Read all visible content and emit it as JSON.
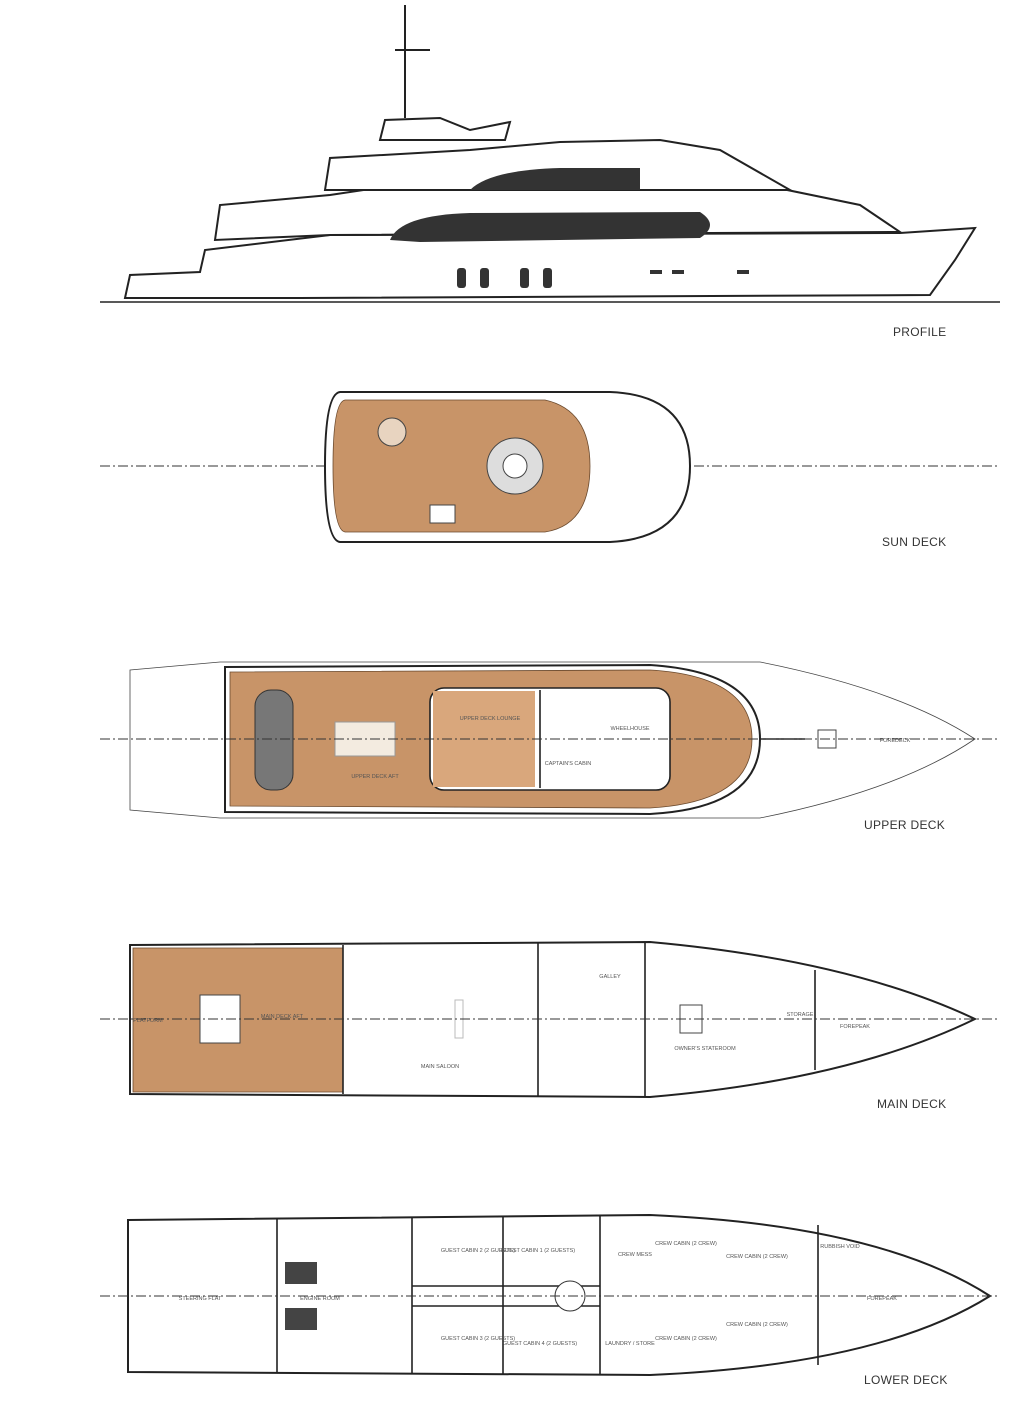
{
  "views": {
    "profile": "PROFILE",
    "sun_deck": "SUN DECK",
    "upper_deck": "UPPER DECK",
    "main_deck": "MAIN DECK",
    "lower_deck": "LOWER DECK"
  },
  "upper_deck_rooms": {
    "aft": "UPPER DECK AFT",
    "lounge": "UPPER DECK LOUNGE",
    "wheelhouse": "WHEELHOUSE",
    "captain": "CAPTAIN'S CABIN",
    "foredeck": "FOREDECK"
  },
  "main_deck_rooms": {
    "platform": "PLATFORM",
    "aft": "MAIN DECK AFT",
    "saloon": "MAIN SALOON",
    "galley": "GALLEY",
    "owners": "OWNER'S STATEROOM",
    "storage": "STORAGE",
    "forepeak": "FOREPEAK"
  },
  "lower_deck_rooms": {
    "steering": "STEERING FLAT",
    "engine": "ENGINE ROOM",
    "guest1": "GUEST CABIN 1 (2 GUESTS)",
    "guest2": "GUEST CABIN 2 (2 GUESTS)",
    "guest3": "GUEST CABIN 3 (2 GUESTS)",
    "guest4": "GUEST CABIN 4 (2 GUESTS)",
    "crew_mess": "CREW MESS",
    "crew_cabin": "CREW CABIN (2 CREW)",
    "laundry": "LAUNDRY / STORE",
    "rubbish": "RUBBISH VOID",
    "forepeak": "FOREPEAK"
  }
}
